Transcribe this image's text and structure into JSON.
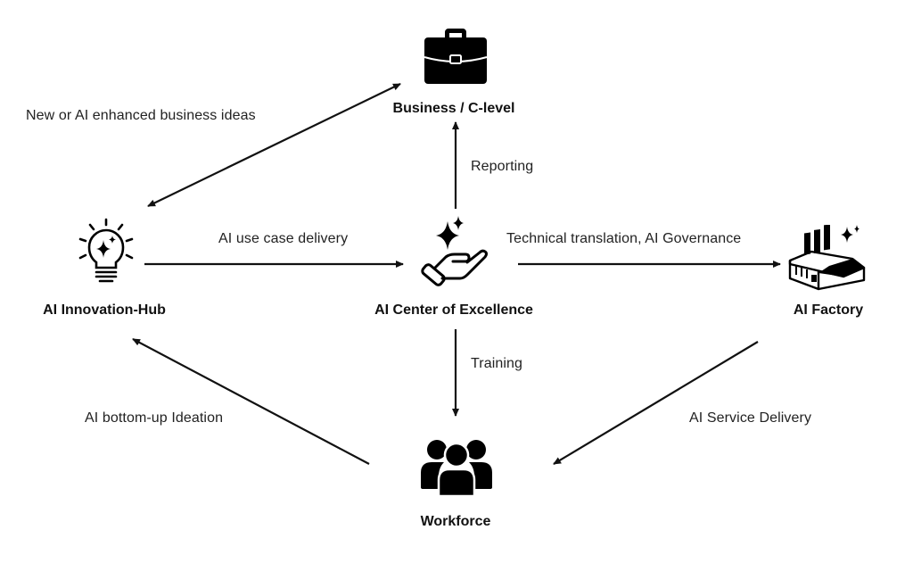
{
  "diagram": {
    "nodes": {
      "business": {
        "label": "Business / C-level",
        "icon": "briefcase-icon"
      },
      "innovation_hub": {
        "label": "AI Innovation-Hub",
        "icon": "lightbulb-sparkle-icon"
      },
      "coe": {
        "label": "AI Center of Excellence",
        "icon": "hand-sparkle-icon"
      },
      "factory": {
        "label": "AI Factory",
        "icon": "factory-sparkle-icon"
      },
      "workforce": {
        "label": "Workforce",
        "icon": "people-group-icon"
      }
    },
    "edges": [
      {
        "id": "ideas",
        "from": "business",
        "to": "innovation_hub",
        "bidirectional": true,
        "label": "New or AI enhanced business ideas"
      },
      {
        "id": "reporting",
        "from": "coe",
        "to": "business",
        "bidirectional": false,
        "label": "Reporting"
      },
      {
        "id": "use_case",
        "from": "innovation_hub",
        "to": "coe",
        "bidirectional": false,
        "label": "AI use case delivery"
      },
      {
        "id": "tech",
        "from": "coe",
        "to": "factory",
        "bidirectional": false,
        "label": "Technical translation, AI Governance"
      },
      {
        "id": "training",
        "from": "coe",
        "to": "workforce",
        "bidirectional": false,
        "label": "Training"
      },
      {
        "id": "ideation",
        "from": "workforce",
        "to": "innovation_hub",
        "bidirectional": false,
        "label": "AI bottom-up Ideation"
      },
      {
        "id": "service",
        "from": "factory",
        "to": "workforce",
        "bidirectional": false,
        "label": "AI Service Delivery"
      }
    ]
  }
}
